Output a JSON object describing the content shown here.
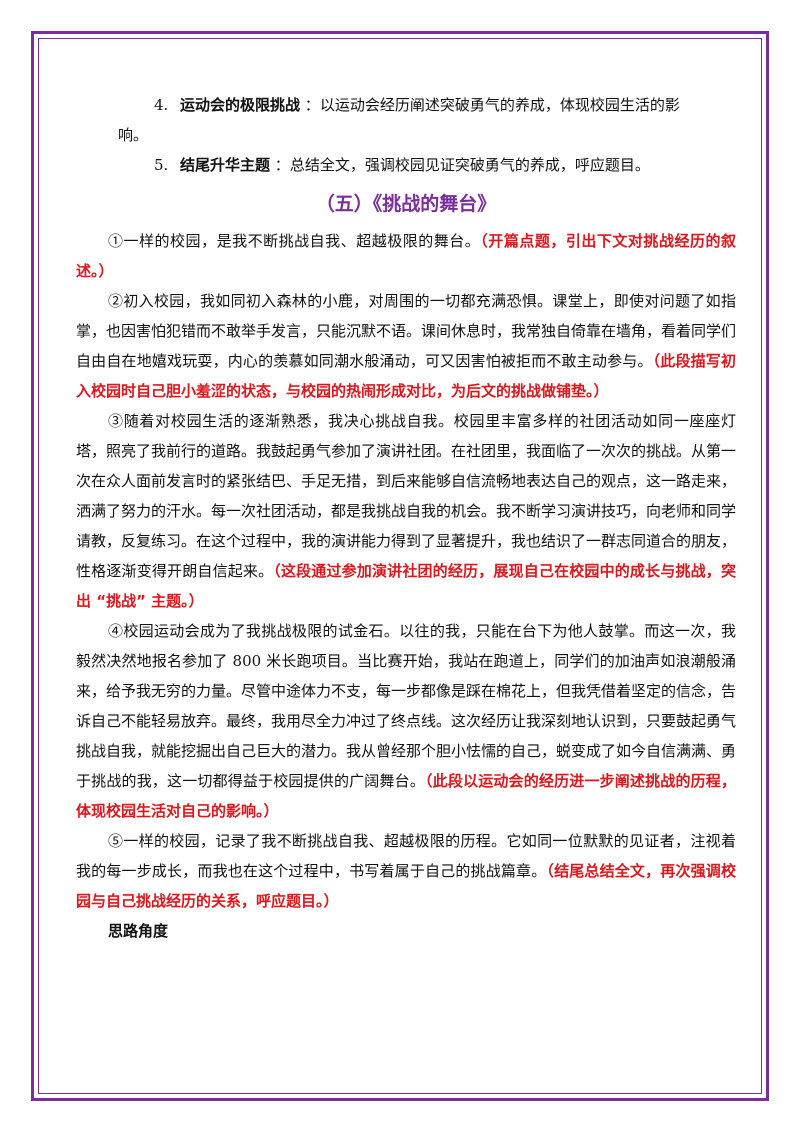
{
  "outline": [
    {
      "num": "4.",
      "title": "运动会的极限挑战",
      "sep": "：",
      "text": "以运动会经历阐述突破勇气的养成，体现校园生活的影",
      "cont": "响。"
    },
    {
      "num": "5.",
      "title": "结尾升华主题",
      "sep": "：",
      "text": "总结全文，强调校园见证突破勇气的养成，呼应题目。",
      "cont": ""
    }
  ],
  "essay_title": "（五）《挑战的舞台》",
  "paragraphs": [
    {
      "text": "①一样的校园，是我不断挑战自我、超越极限的舞台。",
      "note": "（开篇点题，引出下文对挑战经历的叙述。）"
    },
    {
      "text": "②初入校园，我如同初入森林的小鹿，对周围的一切都充满恐惧。课堂上，即使对问题了如指掌，也因害怕犯错而不敢举手发言，只能沉默不语。课间休息时，我常独自倚靠在墙角，看着同学们自由自在地嬉戏玩耍，内心的羡慕如同潮水般涌动，可又因害怕被拒而不敢主动参与。",
      "note": "（此段描写初入校园时自己胆小羞涩的状态，与校园的热闹形成对比，为后文的挑战做铺垫。）"
    },
    {
      "text": "③随着对校园生活的逐渐熟悉，我决心挑战自我。校园里丰富多样的社团活动如同一座座灯塔，照亮了我前行的道路。我鼓起勇气参加了演讲社团。在社团里，我面临了一次次的挑战。从第一次在众人面前发言时的紧张结巴、手足无措，到后来能够自信流畅地表达自己的观点，这一路走来，洒满了努力的汗水。每一次社团活动，都是我挑战自我的机会。我不断学习演讲技巧，向老师和同学请教，反复练习。在这个过程中，我的演讲能力得到了显著提升，我也结识了一群志同道合的朋友，性格逐渐变得开朗自信起来。",
      "note": "（这段通过参加演讲社团的经历，展现自己在校园中的成长与挑战，突出 “挑战” 主题。）"
    },
    {
      "text": "④校园运动会成为了我挑战极限的试金石。以往的我，只能在台下为他人鼓掌。而这一次，我毅然决然地报名参加了 800 米长跑项目。当比赛开始，我站在跑道上，同学们的加油声如浪潮般涌来，给予我无穷的力量。尽管中途体力不支，每一步都像是踩在棉花上，但我凭借着坚定的信念，告诉自己不能轻易放弃。最终，我用尽全力冲过了终点线。这次经历让我深刻地认识到，只要鼓起勇气挑战自我，就能挖掘出自己巨大的潜力。我从曾经那个胆小怯懦的自己，蜕变成了如今自信满满、勇于挑战的我，这一切都得益于校园提供的广阔舞台。",
      "note": "（此段以运动会的经历进一步阐述挑战的历程，体现校园生活对自己的影响。）"
    },
    {
      "text": "⑤一样的校园，记录了我不断挑战自我、超越极限的历程。它如同一位默默的见证者，注视着我的每一步成长，而我也在这个过程中，书写着属于自己的挑战篇章。",
      "note": "（结尾总结全文，再次强调校园与自己挑战经历的关系，呼应题目。）"
    }
  ],
  "bottom_heading": "思路角度",
  "colors": {
    "frame": "#7a2e9e",
    "title": "#7a2e9e",
    "note": "#e0161c"
  }
}
